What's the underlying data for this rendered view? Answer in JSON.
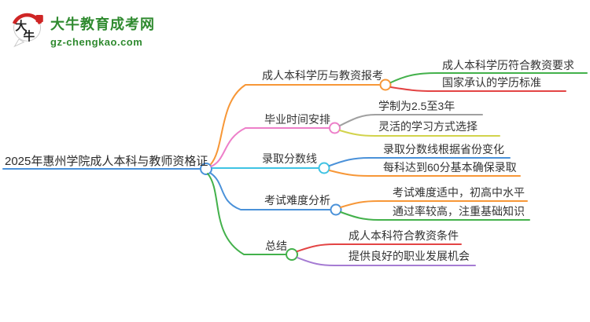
{
  "logo": {
    "title": "大牛教育成考网",
    "subtitle": "gz-chengkao.com",
    "icon_char1": "大",
    "icon_char2": "牛",
    "brand_green": "#2f8a2f",
    "seal_red": "#cf2525"
  },
  "mindmap": {
    "root": {
      "label": "2025年惠州学院成人本科与教师资格证",
      "color": "#4a91d9"
    },
    "branches": [
      {
        "label": "成人本科学历与教资报考",
        "color": "#f79737",
        "children": [
          {
            "label": "成人本科学历符合教资要求",
            "color": "#43b14b"
          },
          {
            "label": "国家承认的学历标准",
            "color": "#e34444"
          }
        ]
      },
      {
        "label": "毕业时间安排",
        "color": "#ed7fc9",
        "children": [
          {
            "label": "学制为2.5至3年",
            "color": "#a0a0a0"
          },
          {
            "label": "灵活的学习方式选择",
            "color": "#d2d34c"
          }
        ]
      },
      {
        "label": "录取分数线",
        "color": "#3fc3e3",
        "children": [
          {
            "label": "录取分数线根据省份变化",
            "color": "#4a91d9"
          },
          {
            "label": "每科达到60分基本确保录取",
            "color": "#f79737"
          }
        ]
      },
      {
        "label": "考试难度分析",
        "color": "#4a91d9",
        "children": [
          {
            "label": "考试难度适中，初高中水平",
            "color": "#f79737"
          },
          {
            "label": "通过率较高，注重基础知识",
            "color": "#43b14b"
          }
        ]
      },
      {
        "label": "总结",
        "color": "#43b14b",
        "children": [
          {
            "label": "成人本科符合教资条件",
            "color": "#e34444"
          },
          {
            "label": "提供良好的职业发展机会",
            "color": "#a57bd3"
          }
        ]
      }
    ]
  }
}
